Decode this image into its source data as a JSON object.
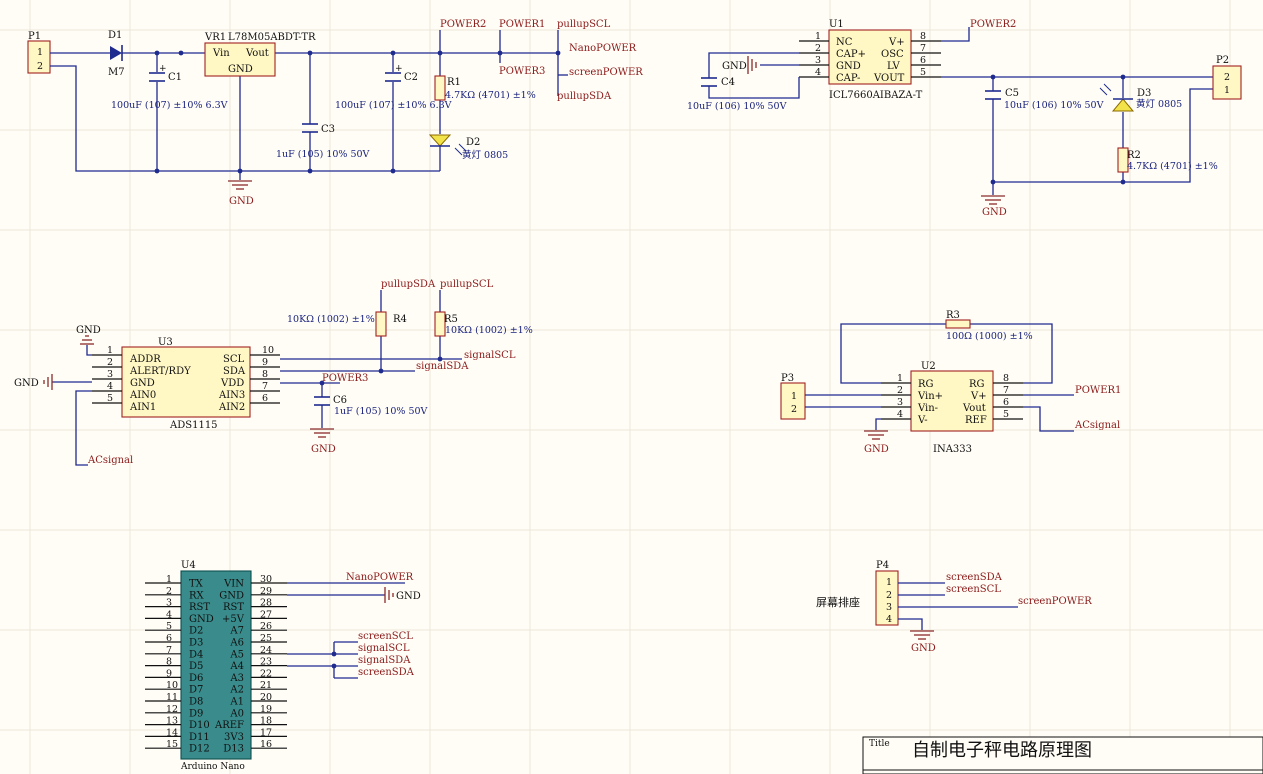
{
  "title_block": {
    "label": "Title",
    "title": "自制电子秤电路原理图"
  },
  "power": {
    "P1": {
      "designator": "P1",
      "pins": [
        "1",
        "2"
      ]
    },
    "D1": {
      "designator": "D1",
      "value": "M7"
    },
    "VR1": {
      "designator": "VR1",
      "value": "L78M05ABDT-TR",
      "pin_vin": "Vin",
      "pin_vout": "Vout",
      "pin_gnd": "GND"
    },
    "C1": {
      "designator": "C1",
      "value": "100uF (107) ±10% 6.3V"
    },
    "C3": {
      "designator": "C3",
      "value": "1uF (105) 10% 50V"
    },
    "C2": {
      "designator": "C2",
      "value": "100uF (107) ±10% 6.3V"
    },
    "R1": {
      "designator": "R1",
      "value": "4.7KΩ (4701) ±1%"
    },
    "D2": {
      "designator": "D2",
      "value": "黄灯 0805"
    },
    "gnd": "GND",
    "nets": [
      "POWER2",
      "POWER1",
      "POWER3",
      "pullupSCL",
      "NanoPOWER",
      "screenPOWER",
      "pullupSDA"
    ]
  },
  "negative": {
    "U1": {
      "designator": "U1",
      "value": "ICL7660AIBAZA-T",
      "left_pins": [
        {
          "num": "1",
          "name": "NC"
        },
        {
          "num": "2",
          "name": "CAP+"
        },
        {
          "num": "3",
          "name": "GND"
        },
        {
          "num": "4",
          "name": "CAP-"
        }
      ],
      "right_pins": [
        {
          "num": "8",
          "name": "V+"
        },
        {
          "num": "7",
          "name": "OSC"
        },
        {
          "num": "6",
          "name": "LV"
        },
        {
          "num": "5",
          "name": "VOUT"
        }
      ]
    },
    "C4": {
      "designator": "C4",
      "value": "10uF (106) 10% 50V"
    },
    "C5": {
      "designator": "C5",
      "value": "10uF (106) 10% 50V"
    },
    "D3": {
      "designator": "D3",
      "value": "黄灯 0805"
    },
    "R2": {
      "designator": "R2",
      "value": "4.7KΩ (4701) ±1%"
    },
    "P2": {
      "designator": "P2",
      "pins": [
        "2",
        "1"
      ]
    },
    "gnd": "GND",
    "net_power2": "POWER2"
  },
  "adc": {
    "U3": {
      "designator": "U3",
      "value": "ADS1115",
      "left_pins": [
        {
          "num": "1",
          "name": "ADDR"
        },
        {
          "num": "2",
          "name": "ALERT/RDY"
        },
        {
          "num": "3",
          "name": "GND"
        },
        {
          "num": "4",
          "name": "AIN0"
        },
        {
          "num": "5",
          "name": "AIN1"
        }
      ],
      "right_pins": [
        {
          "num": "10",
          "name": "SCL"
        },
        {
          "num": "9",
          "name": "SDA"
        },
        {
          "num": "8",
          "name": "VDD"
        },
        {
          "num": "7",
          "name": "AIN3"
        },
        {
          "num": "6",
          "name": "AIN2"
        }
      ]
    },
    "R4": {
      "designator": "R4",
      "value": "10KΩ (1002) ±1%"
    },
    "R5": {
      "designator": "R5",
      "value": "10KΩ (1002) ±1%"
    },
    "C6": {
      "designator": "C6",
      "value": "1uF (105) 10% 50V"
    },
    "gnd": "GND",
    "nets": {
      "pullupSDA": "pullupSDA",
      "pullupSCL": "pullupSCL",
      "signalSCL": "signalSCL",
      "signalSDA": "signalSDA",
      "power3": "POWER3",
      "acsignal": "ACsignal"
    }
  },
  "amp": {
    "U2": {
      "designator": "U2",
      "value": "INA333",
      "left_pins": [
        {
          "num": "1",
          "name": "RG"
        },
        {
          "num": "2",
          "name": "Vin+"
        },
        {
          "num": "3",
          "name": "Vin-"
        },
        {
          "num": "4",
          "name": "V-"
        }
      ],
      "right_pins": [
        {
          "num": "8",
          "name": "RG"
        },
        {
          "num": "7",
          "name": "V+"
        },
        {
          "num": "6",
          "name": "Vout"
        },
        {
          "num": "5",
          "name": "REF"
        }
      ]
    },
    "R3": {
      "designator": "R3",
      "value": "100Ω (1000) ±1%"
    },
    "P3": {
      "designator": "P3",
      "pins": [
        "1",
        "2"
      ]
    },
    "gnd": "GND",
    "nets": {
      "power1": "POWER1",
      "acsignal": "ACsignal"
    }
  },
  "nano": {
    "U4": {
      "designator": "U4",
      "value": "Arduino Nano",
      "left_pins": [
        {
          "num": "1",
          "name": "TX"
        },
        {
          "num": "2",
          "name": "RX"
        },
        {
          "num": "3",
          "name": "RST"
        },
        {
          "num": "4",
          "name": "GND"
        },
        {
          "num": "5",
          "name": "D2"
        },
        {
          "num": "6",
          "name": "D3"
        },
        {
          "num": "7",
          "name": "D4"
        },
        {
          "num": "8",
          "name": "D5"
        },
        {
          "num": "9",
          "name": "D6"
        },
        {
          "num": "10",
          "name": "D7"
        },
        {
          "num": "11",
          "name": "D8"
        },
        {
          "num": "12",
          "name": "D9"
        },
        {
          "num": "13",
          "name": "D10"
        },
        {
          "num": "14",
          "name": "D11"
        },
        {
          "num": "15",
          "name": "D12"
        }
      ],
      "right_pins": [
        {
          "num": "30",
          "name": "VIN"
        },
        {
          "num": "29",
          "name": "GND"
        },
        {
          "num": "28",
          "name": "RST"
        },
        {
          "num": "27",
          "name": "+5V"
        },
        {
          "num": "26",
          "name": "A7"
        },
        {
          "num": "25",
          "name": "A6"
        },
        {
          "num": "24",
          "name": "A5"
        },
        {
          "num": "23",
          "name": "A4"
        },
        {
          "num": "22",
          "name": "A3"
        },
        {
          "num": "21",
          "name": "A2"
        },
        {
          "num": "20",
          "name": "A1"
        },
        {
          "num": "19",
          "name": "A0"
        },
        {
          "num": "18",
          "name": "AREF"
        },
        {
          "num": "17",
          "name": "3V3"
        },
        {
          "num": "16",
          "name": "D13"
        }
      ]
    },
    "gnd": "GND",
    "nets": [
      "NanoPOWER",
      "screenSCL",
      "signalSCL",
      "signalSDA",
      "screenSDA"
    ]
  },
  "screen": {
    "P4": {
      "designator": "P4",
      "value": "屏幕排座",
      "pins": [
        "1",
        "2",
        "3",
        "4"
      ]
    },
    "gnd": "GND",
    "nets": [
      "screenSDA",
      "screenSCL",
      "screenPOWER"
    ]
  }
}
